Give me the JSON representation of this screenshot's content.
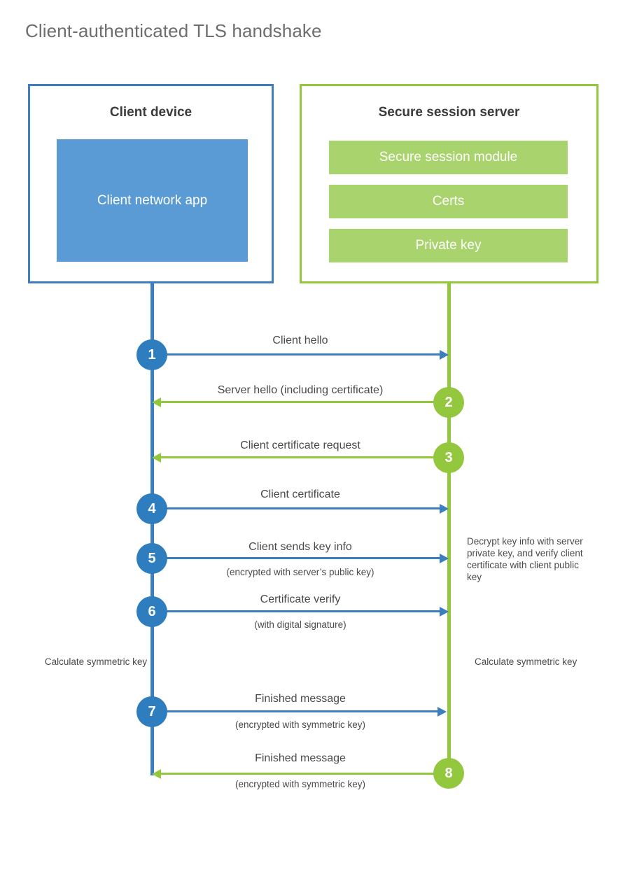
{
  "diagram": {
    "title": "Client-authenticated TLS handshake",
    "colors": {
      "client_blue": "#3C7EBF",
      "client_app_fill": "#5B9BD5",
      "server_green": "#93C83E",
      "server_bar_fill": "#A9D36C",
      "step_blue": "#2E7DBF",
      "text_gray": "#4a4a4a",
      "title_gray": "#6e6e6e"
    },
    "actors": {
      "client": {
        "title": "Client device",
        "component": "Client network app"
      },
      "server": {
        "title": "Secure session server",
        "components": [
          "Secure session module",
          "Certs",
          "Private key"
        ]
      }
    },
    "messages": [
      {
        "step": "1",
        "label": "Client hello",
        "sub": "",
        "direction": "client-to-server",
        "origin": "client"
      },
      {
        "step": "2",
        "label": "Server hello (including certificate)",
        "sub": "",
        "direction": "server-to-client",
        "origin": "server"
      },
      {
        "step": "3",
        "label": "Client certificate request",
        "sub": "",
        "direction": "server-to-client",
        "origin": "server"
      },
      {
        "step": "4",
        "label": "Client certificate",
        "sub": "",
        "direction": "client-to-server",
        "origin": "client"
      },
      {
        "step": "5",
        "label": "Client sends key info",
        "sub": "(encrypted with server’s public key)",
        "direction": "client-to-server",
        "origin": "client"
      },
      {
        "step": "6",
        "label": "Certificate verify",
        "sub": "(with digital signature)",
        "direction": "client-to-server",
        "origin": "client"
      },
      {
        "step": "7",
        "label": "Finished message",
        "sub": "(encrypted with symmetric key)",
        "direction": "client-to-server",
        "origin": "client"
      },
      {
        "step": "8",
        "label": "Finished message",
        "sub": "(encrypted with symmetric key)",
        "direction": "server-to-client",
        "origin": "server"
      }
    ],
    "notes": {
      "server_decrypt": "Decrypt key info with server private key, and verify client certificate with client public key",
      "client_calculate": "Calculate symmetric key",
      "server_calculate": "Calculate symmetric key"
    }
  }
}
